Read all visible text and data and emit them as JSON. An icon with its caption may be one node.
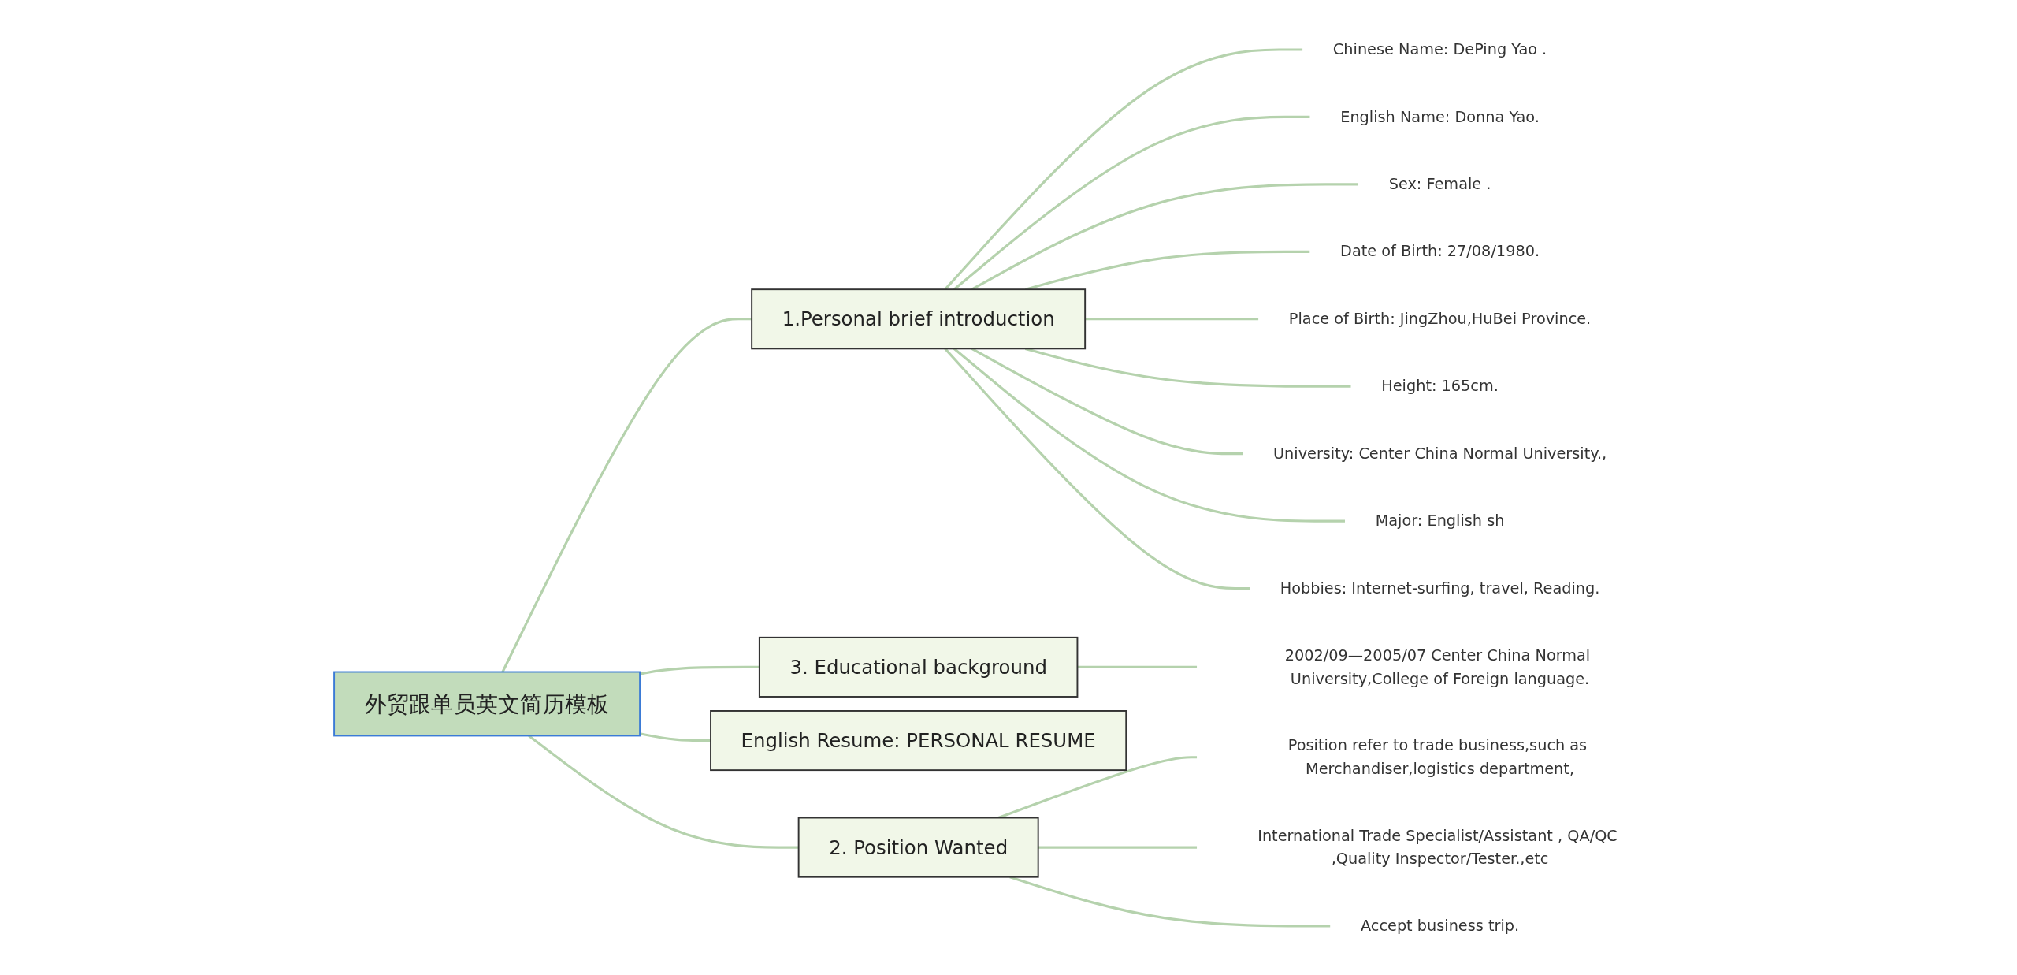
{
  "diagram": {
    "nodes": [
      {
        "text": [
          "外贸跟单员英文简历模板"
        ]
      },
      {
        "text": [
          "1.Personal brief introduction"
        ]
      },
      {
        "text": [
          "Chinese Name: DePing Yao ."
        ]
      },
      {
        "text": [
          "English Name: Donna Yao."
        ]
      },
      {
        "text": [
          "Sex: Female ."
        ]
      },
      {
        "text": [
          "Date of Birth: 27/08/1980."
        ]
      },
      {
        "text": [
          "Place of Birth: JingZhou,HuBei Province."
        ]
      },
      {
        "text": [
          "Height: 165cm."
        ]
      },
      {
        "text": [
          "University: Center China Normal University.,"
        ]
      },
      {
        "text": [
          "Major: English sh"
        ]
      },
      {
        "text": [
          "Hobbies: Internet-surfing, travel, Reading."
        ]
      },
      {
        "text": [
          "3. Educational background"
        ]
      },
      {
        "text": [
          "2002/09—2005/07 Center China Normal University,College of Foreign language."
        ]
      },
      {
        "text": [
          "English Resume: PERSONAL RESUME"
        ]
      },
      {
        "text": [
          "2. Position Wanted"
        ]
      },
      {
        "text": [
          "Position refer to trade business,such as Merchandiser,logistics department,"
        ]
      },
      {
        "text": [
          "International Trade Specialist/Assistant , QA/QC ,Quality Inspector/Tester.,etc"
        ]
      },
      {
        "text": [
          "Accept business trip."
        ]
      }
    ],
    "edges": [
      {
        "from": 0,
        "to": 1,
        "arrow": "none"
      },
      {
        "from": 1,
        "to": 2,
        "arrow": "none"
      },
      {
        "from": 1,
        "to": 3,
        "arrow": "none"
      },
      {
        "from": 1,
        "to": 4,
        "arrow": "none"
      },
      {
        "from": 1,
        "to": 5,
        "arrow": "none"
      },
      {
        "from": 1,
        "to": 6,
        "arrow": "none"
      },
      {
        "from": 1,
        "to": 7,
        "arrow": "none"
      },
      {
        "from": 1,
        "to": 8,
        "arrow": "none"
      },
      {
        "from": 1,
        "to": 9,
        "arrow": "none"
      },
      {
        "from": 1,
        "to": 10,
        "arrow": "none"
      },
      {
        "from": 0,
        "to": 11,
        "arrow": "none"
      },
      {
        "from": 11,
        "to": 12,
        "arrow": "none"
      },
      {
        "from": 0,
        "to": 13,
        "arrow": "none"
      },
      {
        "from": 0,
        "to": 14,
        "arrow": "none"
      },
      {
        "from": 14,
        "to": 15,
        "arrow": "none"
      },
      {
        "from": 14,
        "to": 16,
        "arrow": "none"
      },
      {
        "from": 14,
        "to": 17,
        "arrow": "none"
      }
    ]
  }
}
